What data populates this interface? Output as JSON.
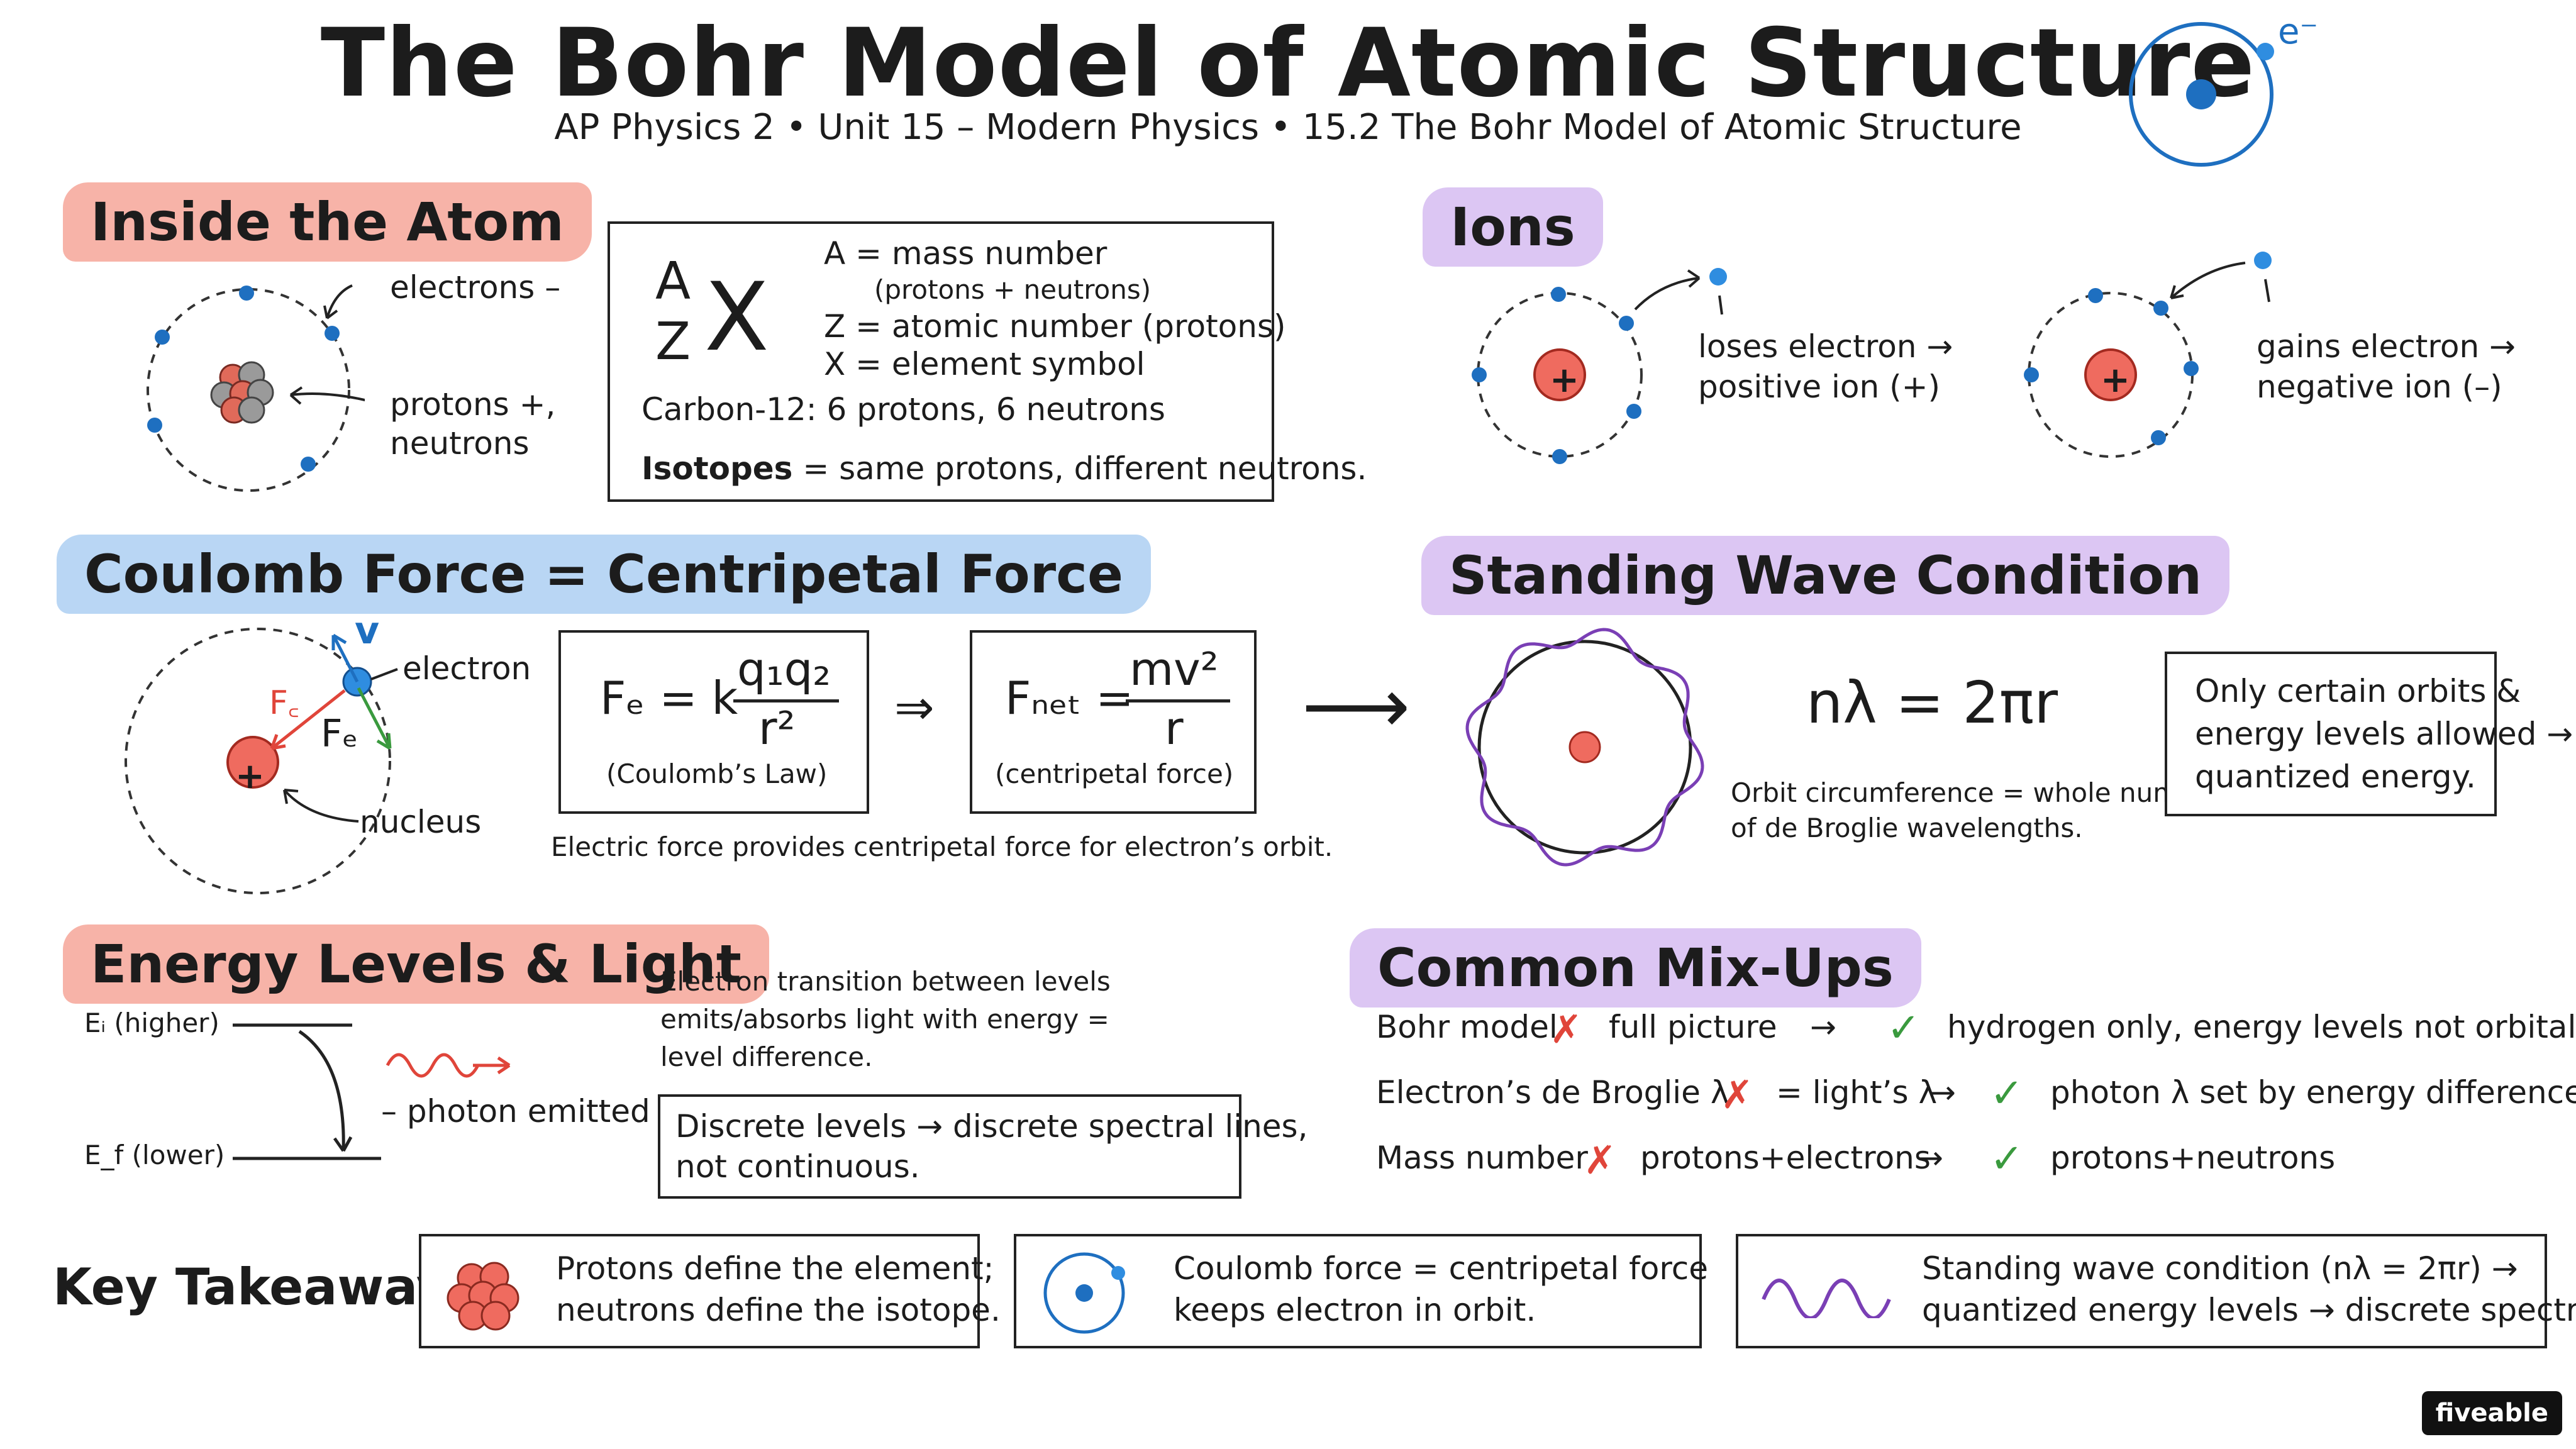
{
  "title": "The Bohr Model of Atomic Structure",
  "subtitle": "AP Physics 2 • Unit 15 – Modern Physics • 15.2 The Bohr Model of Atomic Structure",
  "corner_icon_label": "e⁻",
  "inside_atom": {
    "heading": "Inside the Atom",
    "electrons_label": "electrons –",
    "nucleus_label_1": "protons +,",
    "nucleus_label_2": "neutrons"
  },
  "notation": {
    "mass": "A",
    "atomic": "Z",
    "symbol": "X",
    "def_a": "A = mass number",
    "def_a2": "(protons + neutrons)",
    "def_z": "Z = atomic number (protons)",
    "def_x": "X = element symbol",
    "carbon": "Carbon-12: 6 protons, 6 neutrons",
    "isotopes_bold": "Isotopes",
    "isotopes_rest": " = same protons, different neutrons."
  },
  "ions": {
    "heading": "Ions",
    "plus_sign": "+",
    "loses_1": "loses electron →",
    "loses_2": "positive ion (+)",
    "gains_1": "gains electron →",
    "gains_2": "negative ion (–)"
  },
  "coulomb": {
    "heading": "Coulomb Force = Centripetal Force",
    "v_label": "v",
    "fe_label": "Fₑ",
    "fc_label": "F꜀",
    "electron_label": "electron",
    "nucleus_label": "nucleus",
    "plus_sign": "+",
    "law_lhs": "Fₑ = k",
    "law_num": "q₁q₂",
    "law_den": "r²",
    "law_caption": "(Coulomb’s Law)",
    "implies": "⇒",
    "net_lhs": "Fₙₑₜ =",
    "net_num": "mv²",
    "net_den": "r",
    "net_caption": "(centripetal force)",
    "caption": "Electric force provides centripetal force for electron’s orbit.",
    "arrow": "⟶"
  },
  "standing": {
    "heading": "Standing Wave Condition",
    "equation": "nλ = 2πr",
    "note_1": "Orbit circumference = whole number",
    "note_2": "of de Broglie wavelengths.",
    "box_1": "Only certain orbits &",
    "box_2": "energy levels allowed →",
    "box_3": "quantized energy."
  },
  "energy": {
    "heading": "Energy Levels & Light",
    "ei": "Eᵢ (higher)",
    "ef": "E_f (lower)",
    "photon": "– photon emitted",
    "desc_1": "Electron transition between levels",
    "desc_2": "emits/absorbs light with energy =",
    "desc_3": "level difference.",
    "box_1": "Discrete levels → discrete spectral lines,",
    "box_2": "not continuous."
  },
  "mixups": {
    "heading": "Common Mix-Ups",
    "rows": [
      {
        "topic": "Bohr model",
        "wrong": "full picture",
        "arrow": "→",
        "right": "hydrogen only, energy levels not orbitals"
      },
      {
        "topic": "Electron’s de Broglie λ",
        "wrong": "= light’s λ",
        "arrow": "→",
        "right": "photon λ set by energy difference"
      },
      {
        "topic": "Mass number",
        "wrong": "protons+electrons",
        "arrow": "→",
        "right": "protons+neutrons"
      }
    ],
    "cross": "✗",
    "check": "✓"
  },
  "takeaways": {
    "heading": "Key Takeaways:",
    "items": [
      {
        "line1": "Protons define the element;",
        "line2": "neutrons define the isotope."
      },
      {
        "line1": "Coulomb force = centripetal force",
        "line2": "keeps electron in orbit."
      },
      {
        "line1": "Standing wave condition (nλ = 2πr) →",
        "line2": "quantized energy levels → discrete spectra."
      }
    ]
  },
  "brand": "fiveable",
  "colors": {
    "accent_red": "#e0453a",
    "accent_blue": "#1e6fc0",
    "accent_purple": "#7a3fb5",
    "accent_green": "#3a9a3e"
  }
}
